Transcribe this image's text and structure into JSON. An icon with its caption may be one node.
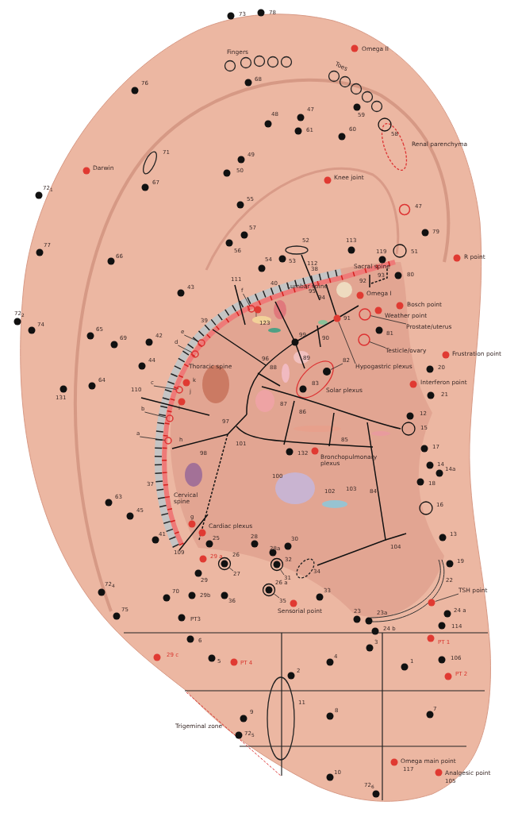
{
  "diagram": {
    "nodes": [
      {
        "text": [
          "f"
        ]
      },
      {
        "text": [
          "e"
        ]
      },
      {
        "text": [
          "d"
        ]
      },
      {
        "text": [
          "Prostate/uterus"
        ]
      },
      {
        "text": [
          "c"
        ]
      },
      {
        "text": [
          "Testicle/ovary"
        ]
      },
      {
        "text": [
          "82"
        ]
      },
      {
        "text": [
          "Hypogastric plexus"
        ]
      },
      {
        "text": [
          "b"
        ]
      },
      {
        "text": [
          "a"
        ]
      },
      {
        "text": [
          "27"
        ]
      },
      {
        "text": [
          "31"
        ]
      },
      {
        "text": [
          "35"
        ]
      },
      {
        "text": [
          "TSH point"
        ]
      },
      {
        "text": [],
        "shape": "circle"
      },
      {
        "text": [],
        "shape": "circle"
      },
      {
        "text": [],
        "shape": "circle"
      },
      {
        "text": [],
        "shape": "circle"
      },
      {
        "text": [],
        "shape": "circle"
      },
      {
        "text": [],
        "shape": "circle"
      },
      {
        "text": [],
        "shape": "circle"
      },
      {
        "text": [],
        "shape": "circle"
      },
      {
        "text": [],
        "shape": "circle"
      },
      {
        "text": [],
        "shape": "circle"
      },
      {
        "text": [],
        "shape": "circle"
      },
      {
        "text": [],
        "shape": "circle"
      },
      {
        "text": [],
        "shape": "circle"
      },
      {
        "text": [],
        "shape": "circle"
      },
      {
        "text": [],
        "shape": "circle"
      },
      {
        "text": [],
        "shape": "circle"
      },
      {
        "text": [],
        "shape": "circle"
      },
      {
        "text": [],
        "shape": "circle"
      },
      {
        "text": [],
        "shape": "circle"
      }
    ],
    "edges": [
      {
        "from": 0,
        "to": 14,
        "arrow": "none"
      },
      {
        "from": 1,
        "to": 15,
        "arrow": "none"
      },
      {
        "from": 2,
        "to": 16,
        "arrow": "none"
      },
      {
        "from": 3,
        "to": 17,
        "arrow": "none"
      },
      {
        "from": 4,
        "to": 18,
        "arrow": "none"
      },
      {
        "from": 5,
        "to": 19,
        "arrow": "none"
      },
      {
        "from": 6,
        "to": 20,
        "arrow": "none"
      },
      {
        "from": 7,
        "to": 21,
        "arrow": "none"
      },
      {
        "from": 8,
        "to": 22,
        "arrow": "none"
      },
      {
        "from": 9,
        "to": 23,
        "arrow": "none"
      },
      {
        "from": 10,
        "to": 24,
        "arrow": "none"
      },
      {
        "from": 11,
        "to": 25,
        "arrow": "none"
      },
      {
        "from": 12,
        "to": 26,
        "arrow": "none"
      },
      {
        "from": 13,
        "to": 27,
        "arrow": "none"
      }
    ],
    "labels": [
      "73",
      "78",
      "Omega II",
      "Fingers",
      "Toes",
      "76",
      "68",
      "47",
      "48",
      "59",
      "61",
      "60",
      "58",
      "Renal parenchyma",
      "71",
      "49",
      "Darwin",
      "50",
      "Knee joint",
      "67",
      "72$_{1}$",
      "55",
      "47",
      "57",
      "79",
      "52",
      "77",
      "113",
      "119",
      "56",
      "51",
      "R point",
      "66",
      "54",
      "53",
      "112",
      "Sacral spine",
      "38",
      "80",
      "93",
      "111",
      "92",
      "40",
      "Lumbar spine",
      "95",
      "43",
      "Omega I",
      "94",
      "Bosch point",
      "Weather point",
      "l",
      "72$_{2}$",
      "91",
      "39",
      "123",
      "74",
      "65",
      "81",
      "99",
      "42",
      "69",
      "90",
      "96",
      "89",
      "Frustration point",
      "44",
      "Thoracic spine",
      "88",
      "20",
      "k",
      "64",
      "Interferon point",
      "83",
      "110",
      "j",
      "Solar plexus",
      "21",
      "131",
      "i",
      "87",
      "86",
      "12",
      "97",
      "15",
      "h",
      "85",
      "101",
      "17",
      "Bronchopulmonary plexus",
      "132",
      "98",
      "14",
      "14a",
      "100",
      "18",
      "37",
      "103",
      "102",
      "84",
      "Cervical spine",
      "16",
      "63",
      "45",
      "g",
      "Cardiac plexus",
      "13",
      "41",
      "25",
      "28",
      "30",
      "28a",
      "104",
      "109",
      "29 a",
      "26",
      "32",
      "19",
      "34",
      "29",
      "22",
      "26 a",
      "72$_{4}$",
      "70",
      "33",
      "29b",
      "36",
      "Sensorial point",
      "75",
      "24 a",
      "23",
      "23a",
      "PT3",
      "114",
      "24 b",
      "6",
      "PT 1",
      "3",
      "29 c",
      "4",
      "106",
      "1",
      "5",
      "PT 4",
      "2",
      "PT 2",
      "11",
      "9",
      "8",
      "7",
      "Trigeminal zone",
      "72$_{5}$",
      "Omega main point",
      "117",
      "Analgesic point",
      "10",
      "105",
      "72$_{6}$"
    ]
  }
}
